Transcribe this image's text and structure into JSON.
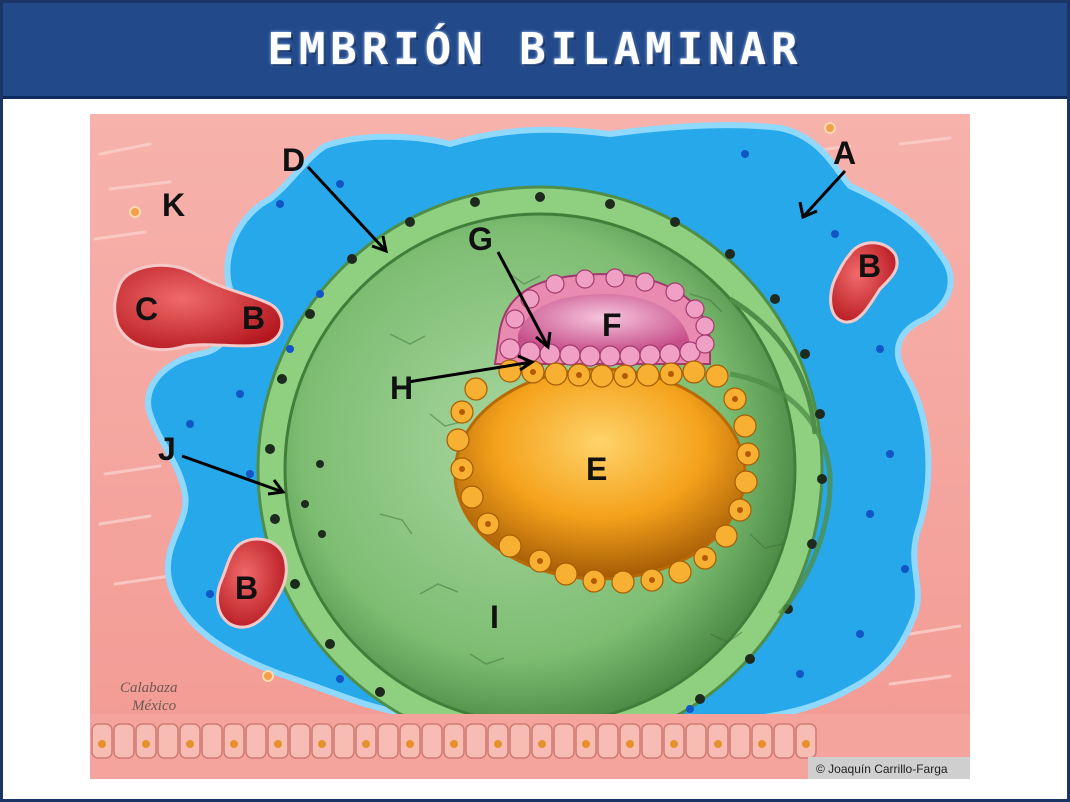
{
  "title": "Embrión bilaminar",
  "labels": {
    "A": "A",
    "B": "B",
    "C": "C",
    "D": "D",
    "E": "E",
    "F": "F",
    "G": "G",
    "H": "H",
    "I": "I",
    "J": "J",
    "K": "K"
  },
  "credit": "© Joaquín Carrillo-Farga",
  "signature_line1": "Calabaza",
  "signature_line2": "México",
  "colors": {
    "banner": "#22498a",
    "tissue": "#f4aaa3",
    "cavity": "#25a9ea",
    "trophoblast": "#8fd080",
    "epiblast": "#e98ab0",
    "hypoblast": "#f5a623"
  }
}
